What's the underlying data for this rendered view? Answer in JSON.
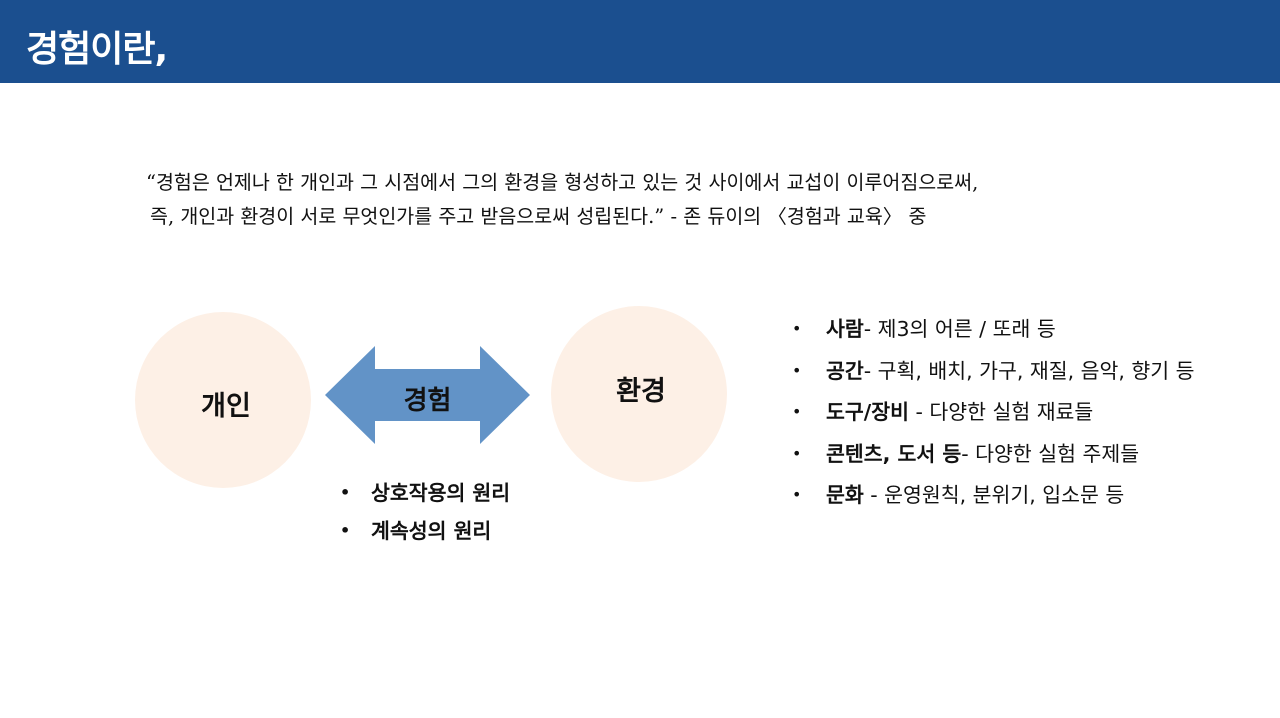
{
  "header": {
    "title": "경험이란,"
  },
  "quote": {
    "line1": "“경험은 언제나 한 개인과 그 시점에서 그의 환경을 형성하고 있는 것 사이에서 교섭이 이루어짐으로써,",
    "line2": "즉, 개인과 환경이 서로 무엇인가를 주고 받음으로써 성립된다.” - 존 듀이의 〈경험과 교육〉 중"
  },
  "diagram": {
    "left_circle": "개인",
    "right_circle": "환경",
    "arrow_label": "경험",
    "colors": {
      "circle_fill": "#fdf0e6",
      "arrow_fill": "#6293c7",
      "header_bg": "#1b4f8f"
    }
  },
  "principles": [
    "상호작용의 원리",
    "계속성의 원리"
  ],
  "elements": [
    {
      "term": "사람",
      "desc": "- 제3의 어른 / 또래 등"
    },
    {
      "term": "공간",
      "desc": "- 구획, 배치, 가구, 재질, 음악, 향기 등"
    },
    {
      "term": "도구/장비",
      "desc": " - 다양한 실험 재료들"
    },
    {
      "term": "콘텐츠, 도서 등",
      "desc": "- 다양한 실험 주제들"
    },
    {
      "term": "문화",
      "desc": " - 운영원칙, 분위기, 입소문 등"
    }
  ],
  "bullet_glyph": "•"
}
